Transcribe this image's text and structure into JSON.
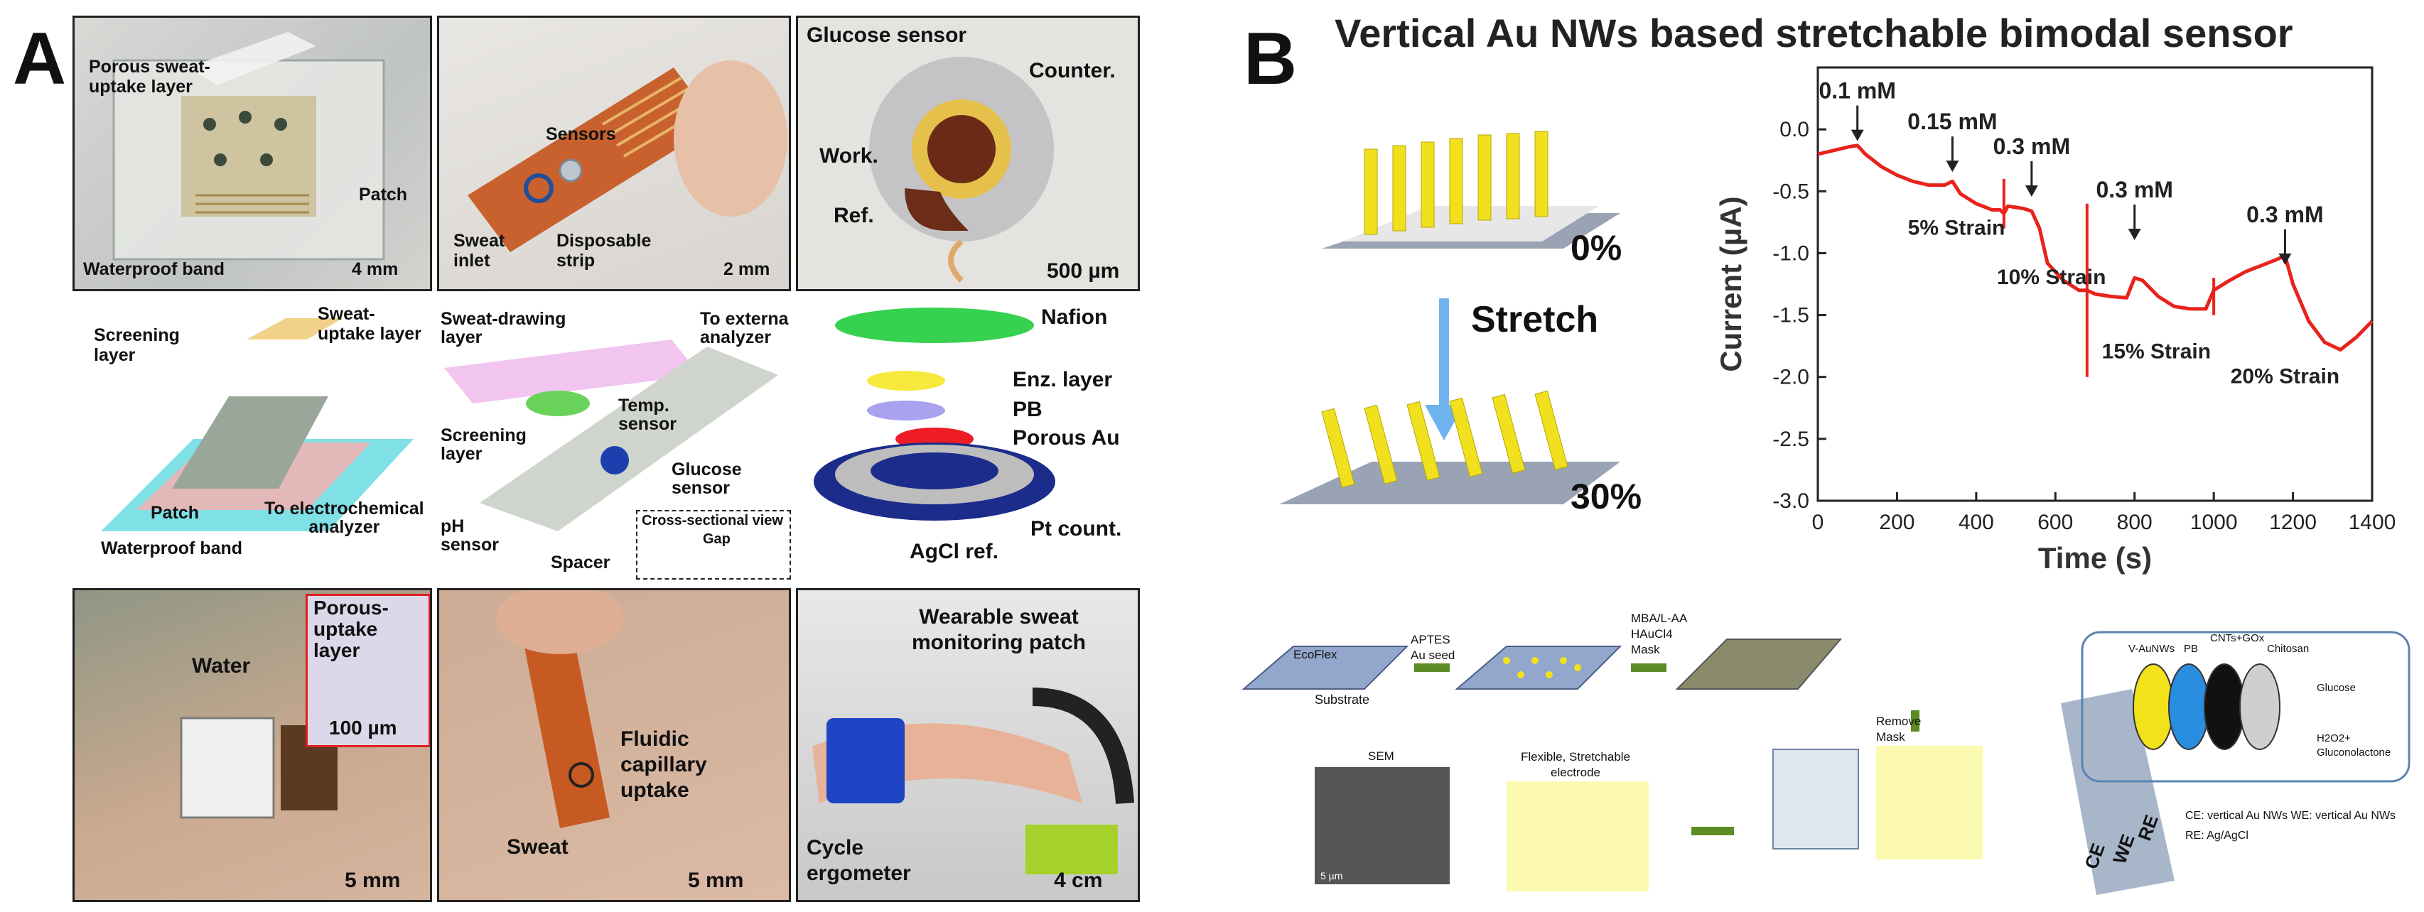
{
  "panelA": {
    "letter": "A",
    "row1": {
      "patch": {
        "porous": "Porous sweat-\nuptake layer",
        "patch": "Patch",
        "waterproof": "Waterproof band",
        "scale": "4 mm"
      },
      "strip": {
        "sensors": "Sensors",
        "sweat_inlet": "Sweat\ninlet",
        "disposable": "Disposable\nstrip",
        "scale": "2 mm"
      },
      "glucose": {
        "title": "Glucose sensor",
        "counter": "Counter.",
        "work": "Work.",
        "ref": "Ref.",
        "scale": "500 µm"
      }
    },
    "row2": {
      "left": {
        "sweat_uptake": "Sweat-\nuptake layer",
        "screening": "Screening\nlayer",
        "patch": "Patch",
        "to_electro": "To electrochemical\nanalyzer",
        "waterproof": "Waterproof band"
      },
      "middle": {
        "sweat_drawing": "Sweat-drawing\nlayer",
        "to_external": "To externa\nanalyzer",
        "temp": "Temp.\nsensor",
        "screening": "Screening\nlayer",
        "glucose": "Glucose\nsensor",
        "ph": "pH\nsensor",
        "spacer": "Spacer",
        "cross": "Cross-sectional view",
        "gap": "Gap"
      },
      "right": {
        "nafion": "Nafion",
        "enz": "Enz. layer",
        "pb": "PB",
        "porous_au": "Porous Au",
        "pt": "Pt count.",
        "agcl": "AgCl ref."
      }
    },
    "row3": {
      "water": {
        "porous": "Porous-\nuptake\nlayer",
        "scale_inset": "100 µm",
        "water": "Water",
        "scale": "5 mm"
      },
      "finger": {
        "fluidic": "Fluidic\ncapillary\nuptake",
        "sweat": "Sweat",
        "scale": "5 mm"
      },
      "arm": {
        "wearable": "Wearable sweat\nmonitoring patch",
        "cycle": "Cycle\nergometer",
        "scale": "4 cm"
      }
    }
  },
  "panelB": {
    "letter": "B",
    "title": "Vertical Au NWs based stretchable bimodal sensor",
    "stretch": {
      "label": "Stretch",
      "pct0": "0%",
      "pct30": "30%"
    },
    "fab": {
      "ecoflex": "EcoFlex",
      "substrate": "Substrate",
      "step1": "APTES\nAu seed",
      "step2": "MBA/L-AA\nHAuCl4\nMask",
      "remove": "Remove\nMask",
      "flex": "Flexible, Stretchable\nelectrode",
      "sem": "SEM",
      "sem_scale": "5 µm",
      "layers": [
        "V-AuNWs",
        "PB",
        "CNTs+GOx",
        "Chitosan"
      ],
      "glucose": "Glucose",
      "product": "H2O2+\nGluconolactone",
      "ce_we": "CE: vertical Au NWs   WE: vertical Au NWs",
      "re": "RE: Ag/AgCl",
      "el_ce": "CE",
      "el_we": "WE",
      "el_re": "RE"
    }
  },
  "chart_data": {
    "type": "line",
    "xlabel": "Time (s)",
    "ylabel": "Current (μA)",
    "xlim": [
      0,
      1400
    ],
    "ylim": [
      -3.0,
      0.5
    ],
    "xticks": [
      0,
      200,
      400,
      600,
      800,
      1000,
      1200,
      1400
    ],
    "yticks": [
      0.0,
      -0.5,
      -1.0,
      -1.5,
      -2.0,
      -2.5,
      -3.0
    ],
    "xtick_labels": [
      "0",
      "200",
      "400",
      "600",
      "800",
      "1000",
      "1200",
      "1400"
    ],
    "ytick_labels": [
      "0.0",
      "-0.5",
      "-1.0",
      "-1.5",
      "-2.0",
      "-2.5",
      "-3.0"
    ],
    "series": [
      {
        "color": "#e8231b",
        "x": [
          0,
          40,
          80,
          100,
          120,
          160,
          200,
          240,
          280,
          300,
          320,
          340,
          360,
          400,
          440,
          460,
          470,
          480,
          500,
          520,
          540,
          560,
          580,
          620,
          660,
          680,
          700,
          740,
          780,
          800,
          820,
          860,
          900,
          940,
          980,
          1000,
          1040,
          1080,
          1120,
          1160,
          1180,
          1200,
          1240,
          1280,
          1320,
          1360,
          1400
        ],
        "y": [
          -0.2,
          -0.17,
          -0.14,
          -0.13,
          -0.2,
          -0.3,
          -0.37,
          -0.42,
          -0.45,
          -0.45,
          -0.45,
          -0.42,
          -0.52,
          -0.6,
          -0.65,
          -0.65,
          -0.68,
          -0.62,
          -0.63,
          -0.64,
          -0.66,
          -0.8,
          -1.08,
          -1.22,
          -1.3,
          -1.3,
          -1.33,
          -1.35,
          -1.36,
          -1.2,
          -1.22,
          -1.35,
          -1.43,
          -1.45,
          -1.45,
          -1.3,
          -1.22,
          -1.15,
          -1.1,
          -1.05,
          -1.02,
          -1.25,
          -1.55,
          -1.72,
          -1.78,
          -1.68,
          -1.55
        ]
      }
    ],
    "spikes": [
      {
        "x": 470,
        "y0": -0.4,
        "y1": -0.8
      },
      {
        "x": 680,
        "y0": -0.6,
        "y1": -2.0
      },
      {
        "x": 1000,
        "y0": -1.2,
        "y1": -1.5
      }
    ],
    "annotations": [
      {
        "text": "0.1 mM",
        "x": 100,
        "y": 0.25
      },
      {
        "text": "0.15 mM",
        "x": 340,
        "y": 0.0
      },
      {
        "text": "0.3 mM",
        "x": 540,
        "y": -0.2
      },
      {
        "text": "0.3 mM",
        "x": 800,
        "y": -0.55
      },
      {
        "text": "0.3 mM",
        "x": 1180,
        "y": -0.75
      },
      {
        "text": "5% Strain",
        "x": 350,
        "y": -0.85
      },
      {
        "text": "10% Strain",
        "x": 590,
        "y": -1.25
      },
      {
        "text": "15% Strain",
        "x": 855,
        "y": -1.85
      },
      {
        "text": "20% Strain",
        "x": 1180,
        "y": -2.05
      }
    ]
  }
}
